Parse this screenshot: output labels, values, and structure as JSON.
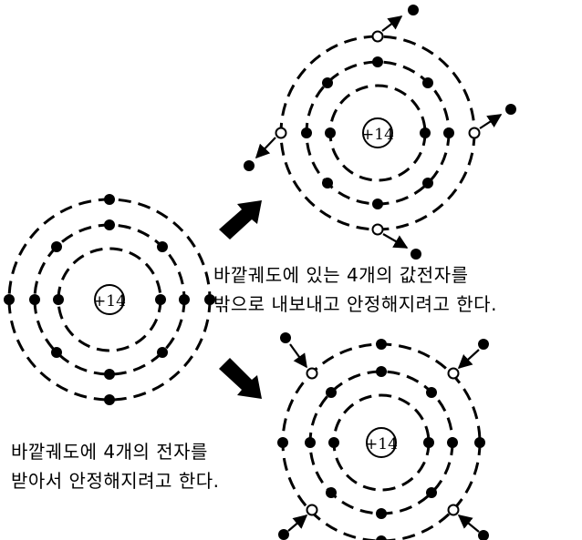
{
  "colors": {
    "ink": "#000000",
    "paper": "#ffffff"
  },
  "atoms": {
    "neutral": {
      "nucleus_label": "+14"
    },
    "cation": {
      "nucleus_label": "+14"
    },
    "anion": {
      "nucleus_label": "+14"
    }
  },
  "captions": {
    "lose": {
      "line1": "바깥궤도에 있는 4개의 값전자를",
      "line2": "밖으로 내보내고 안정해지려고 한다."
    },
    "gain": {
      "line1": "바깥궤도에 4개의 전자를",
      "line2": "받아서 안정해지려고 한다."
    }
  }
}
